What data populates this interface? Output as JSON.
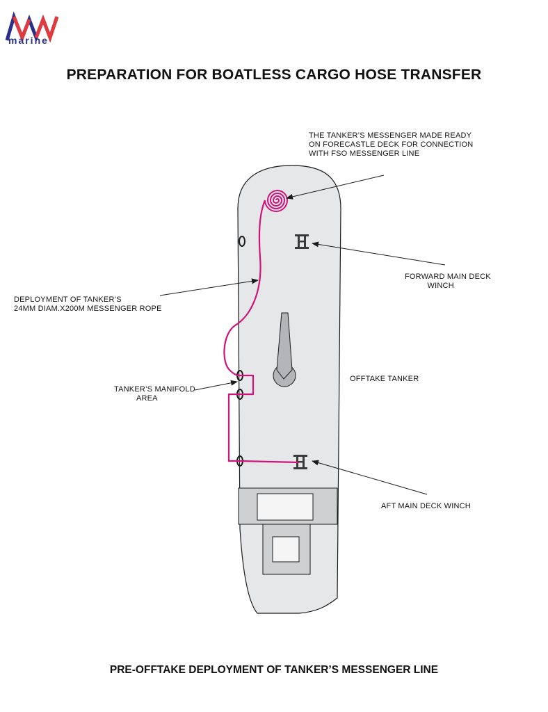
{
  "brand": {
    "name": "marine",
    "colors": {
      "red": "#e03a3e",
      "blue": "#2a2f8c"
    }
  },
  "title": "PREPARATION FOR BOATLESS CARGO HOSE TRANSFER",
  "caption": "PRE-OFFTAKE DEPLOYMENT OF TANKER’S MESSENGER LINE",
  "labels": {
    "messenger_ready": "THE TANKER’S MESSENGER MADE READY\nON FORECASTLE DECK FOR CONNECTION\nWITH FSO MESSENGER LINE",
    "forward_winch": "FORWARD MAIN DECK\n          WINCH",
    "deployment": "DEPLOYMENT OF TANKER’S\n24MM DIAM.X200M MESSENGER ROPE",
    "manifold": "TANKER’S MANIFOLD\n          AREA",
    "offtake_tanker": "OFFTAKE TANKER",
    "aft_winch": "AFT MAIN DECK WINCH"
  },
  "colors": {
    "hull": "#e6e7e9",
    "superstructure": "#cfd0d2",
    "rope": "#d0137a",
    "outline": "#1a1a1a"
  }
}
